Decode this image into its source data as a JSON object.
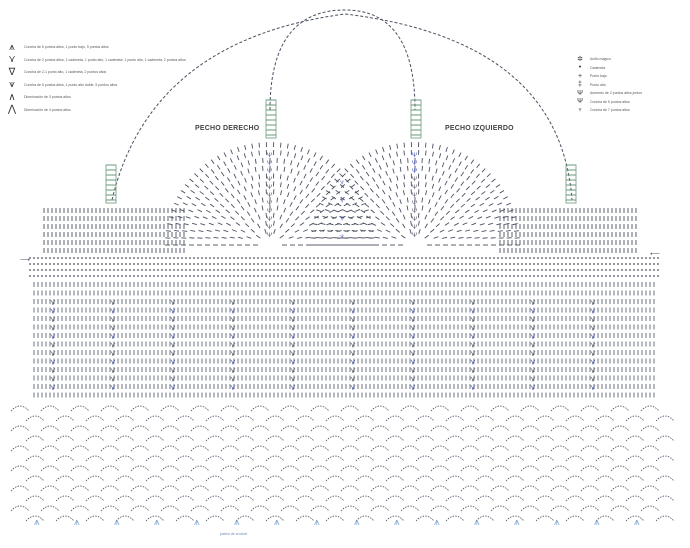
{
  "labels": {
    "right_breast": "PECHO DERECHO",
    "left_breast": "PECHO IZQUIERDO",
    "footer": "patrón de crochet"
  },
  "legend_left": [
    {
      "icon": "fan-shell-icon",
      "text": "Concha de 5 puntos altos, 1 punto bajo, 5 puntos altos"
    },
    {
      "icon": "large-shell-icon",
      "text": "Concha de 2 puntos altos, 1 cadeneta, 1 punto alto, 1 cadeneta, 1 punto alto, 1 cadeneta, 2 puntos altos"
    },
    {
      "icon": "v-stitch-icon",
      "text": "Concha de 2-1 punto alto, 1 cadeneta, 2 puntos altos"
    },
    {
      "icon": "spray-shell-icon",
      "text": "Concha de 5 puntos altos, 1 punto alto doble, 5 puntos altos"
    },
    {
      "icon": "decrease-icon",
      "text": "Disminución de 3 puntos altos"
    },
    {
      "icon": "cluster-icon",
      "text": "Disminución de 4 puntos altos"
    }
  ],
  "legend_right": [
    {
      "icon": "magic-ring-icon",
      "text": "Anillo mágico"
    },
    {
      "icon": "chain-icon",
      "text": "Cadeneta"
    },
    {
      "icon": "single-crochet-icon",
      "text": "Punto bajo"
    },
    {
      "icon": "double-crochet-icon",
      "text": "Punto alto"
    },
    {
      "icon": "increase-icon",
      "text": "Aumento de 2 puntos altos juntos"
    },
    {
      "icon": "shell-5-icon",
      "text": "Concha de 5 puntos altos"
    },
    {
      "icon": "shell-7-icon",
      "text": "Concha de 7 puntos altos"
    }
  ],
  "colors": {
    "stitch": "#4a5060",
    "accent": "#3c4fb0",
    "light": "#7f9fd0",
    "strap": "#6a9a78"
  }
}
